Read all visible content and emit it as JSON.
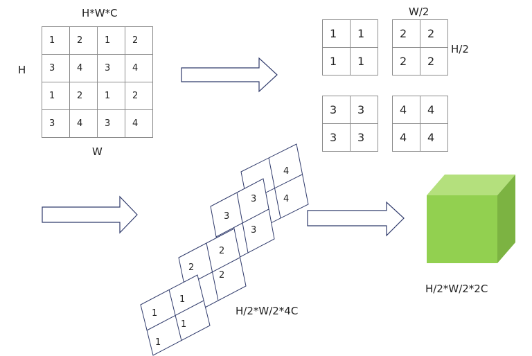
{
  "labels": {
    "input_top": "H*W*C",
    "input_left": "H",
    "input_bottom": "W",
    "split_top": "W/2",
    "split_right": "H/2",
    "stack": "H/2*W/2*4C",
    "cube": "H/2*W/2*2C"
  },
  "input_grid": [
    [
      "1",
      "2",
      "1",
      "2"
    ],
    [
      "3",
      "4",
      "3",
      "4"
    ],
    [
      "1",
      "2",
      "1",
      "2"
    ],
    [
      "3",
      "4",
      "3",
      "4"
    ]
  ],
  "sub_grids": {
    "g1": [
      "1",
      "1",
      "1",
      "1"
    ],
    "g2": [
      "2",
      "2",
      "2",
      "2"
    ],
    "g3": [
      "3",
      "3",
      "3",
      "3"
    ],
    "g4": [
      "4",
      "4",
      "4",
      "4"
    ]
  },
  "stack_tiles": [
    [
      "4",
      "4"
    ],
    [
      "3",
      "3",
      "3"
    ],
    [
      "2",
      "2",
      "2"
    ],
    [
      "1",
      "1",
      "1",
      "1"
    ]
  ],
  "colors": {
    "cube_front": "#92d050",
    "cube_top": "#b4e07d",
    "cube_side": "#7cb342",
    "arrow_stroke": "#2f3a6b",
    "grid_line": "#8a8a8a"
  }
}
